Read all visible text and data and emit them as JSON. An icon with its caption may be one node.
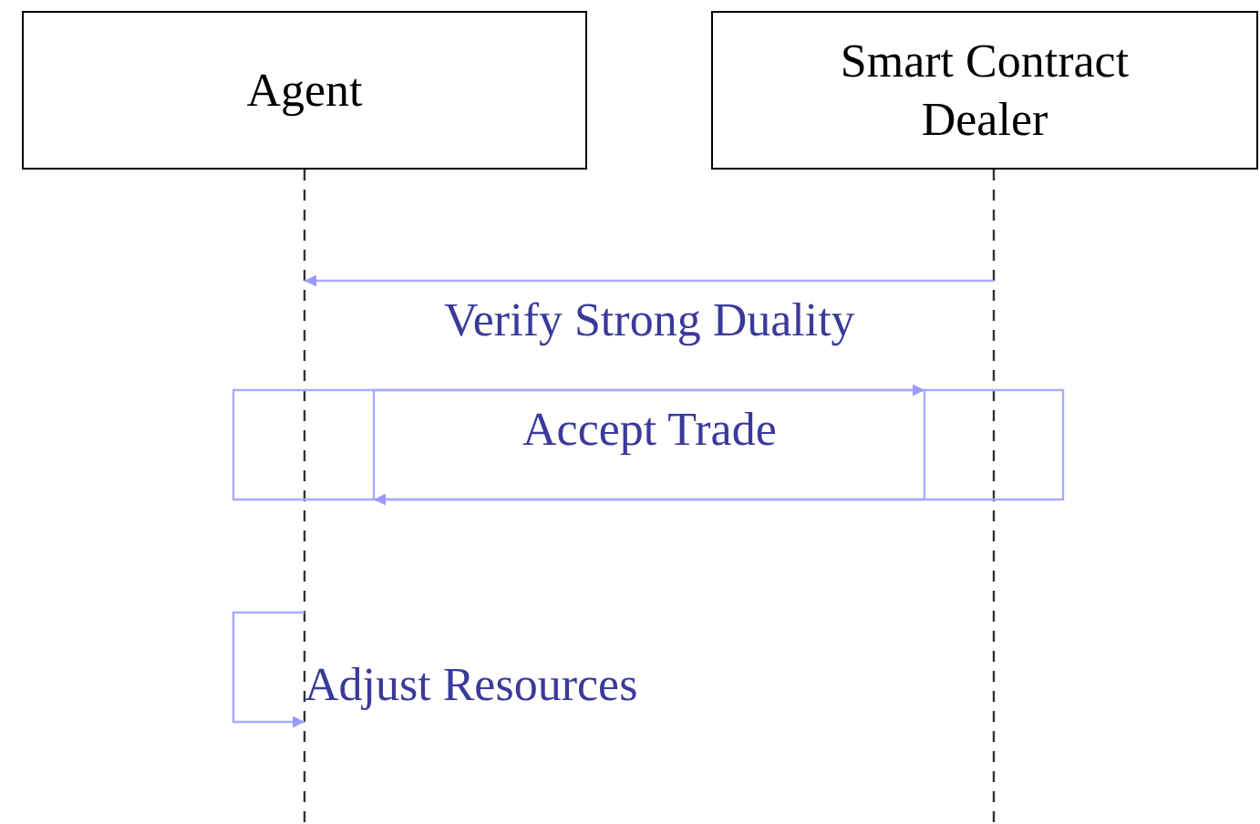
{
  "diagram": {
    "nodes": [
      {
        "text": [
          "Agent"
        ]
      },
      {
        "text": [
          "Smart Contract Dealer"
        ]
      }
    ],
    "edges": [
      {
        "from": 1,
        "to": 0,
        "arrow": "to",
        "label": "Verify Strong Duality"
      },
      {
        "from": 0,
        "to": 1,
        "arrow": "to",
        "label": "Accept Trade"
      },
      {
        "from": 1,
        "to": 0,
        "arrow": "to"
      },
      {
        "from": 0,
        "to": 0,
        "arrow": "to",
        "label": "Adjust Resources"
      }
    ]
  }
}
